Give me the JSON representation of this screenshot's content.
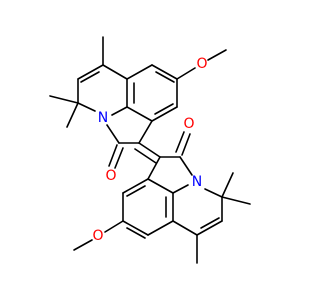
{
  "molecule": {
    "atoms": {
      "o_methoxy_top": "O",
      "o_carbonyl_top": "O",
      "n_top": "N",
      "o_carbonyl_bottom": "O",
      "n_bottom": "N",
      "o_methoxy_bottom": "O"
    },
    "colors": {
      "bond": "#000000",
      "oxygen": "#ff0000",
      "nitrogen": "#0000ff",
      "background": "#ffffff"
    }
  }
}
